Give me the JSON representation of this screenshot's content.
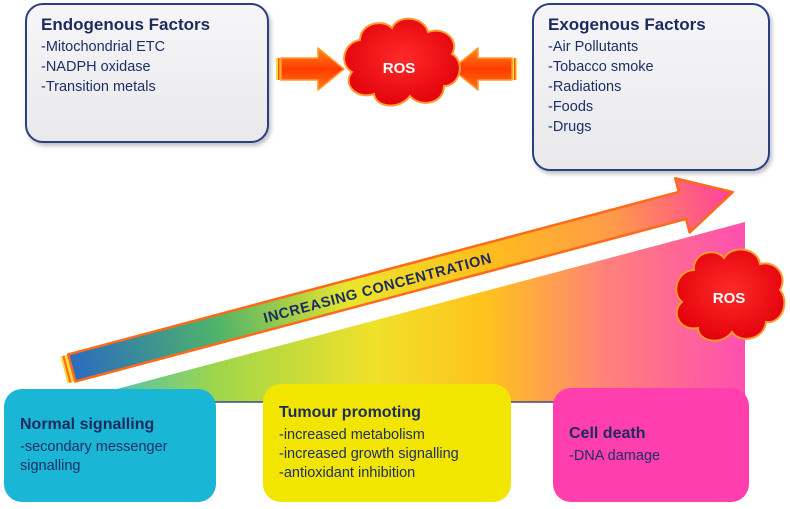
{
  "endogenous": {
    "title": "Endogenous Factors",
    "items": [
      "-Mitochondrial ETC",
      "-NADPH oxidase",
      "-Transition metals"
    ]
  },
  "exogenous": {
    "title": "Exogenous Factors",
    "items": [
      "-Air Pollutants",
      "-Tobacco smoke",
      "-Radiations",
      "-Foods",
      "-Drugs"
    ]
  },
  "ros_top": "ROS",
  "ros_right": "ROS",
  "arrow_label": "INCREASING CONCENTRATION",
  "normal": {
    "title": "Normal signalling",
    "items": [
      "-secondary messenger",
      "signalling"
    ]
  },
  "tumour": {
    "title": "Tumour promoting",
    "items": [
      "-increased metabolism",
      "-increased growth signalling",
      "-antioxidant inhibition"
    ]
  },
  "death": {
    "title": "Cell death",
    "items": [
      "-DNA damage"
    ]
  },
  "colors": {
    "box_border": "#2a3f82",
    "ros_red": "#e8000a",
    "arrow_orange": "#ff5a00",
    "normal_bg": "#19b6d6",
    "tumour_bg": "#f2e600",
    "death_bg": "#ff3fae"
  }
}
